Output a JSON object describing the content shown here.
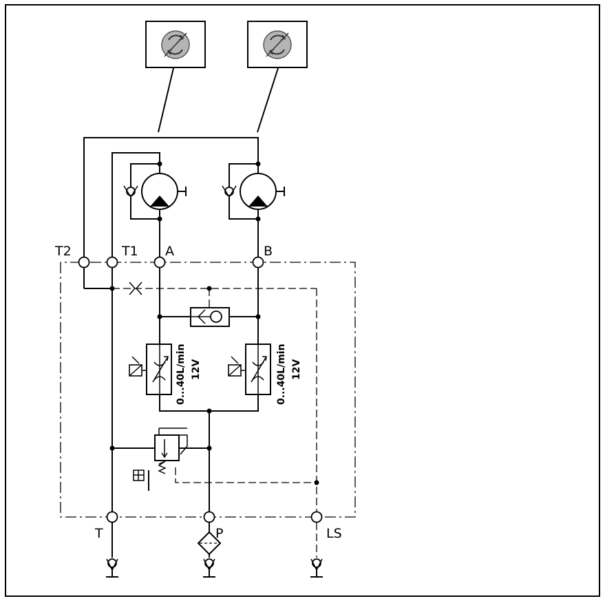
{
  "ports": {
    "t2": "T2",
    "t1": "T1",
    "a": "A",
    "b": "B",
    "t": "T",
    "p": "P",
    "ls": "LS"
  },
  "valves": {
    "left": {
      "flow_label": "0...40L/min",
      "voltage_label": "12V"
    },
    "right": {
      "flow_label": "0...40L/min",
      "voltage_label": "12V"
    }
  },
  "icons": {
    "motor_left": "rotation-icon",
    "motor_right": "rotation-icon"
  },
  "colors": {
    "line": "#000000",
    "icon_fill": "#b5b5b5",
    "background": "#ffffff"
  }
}
